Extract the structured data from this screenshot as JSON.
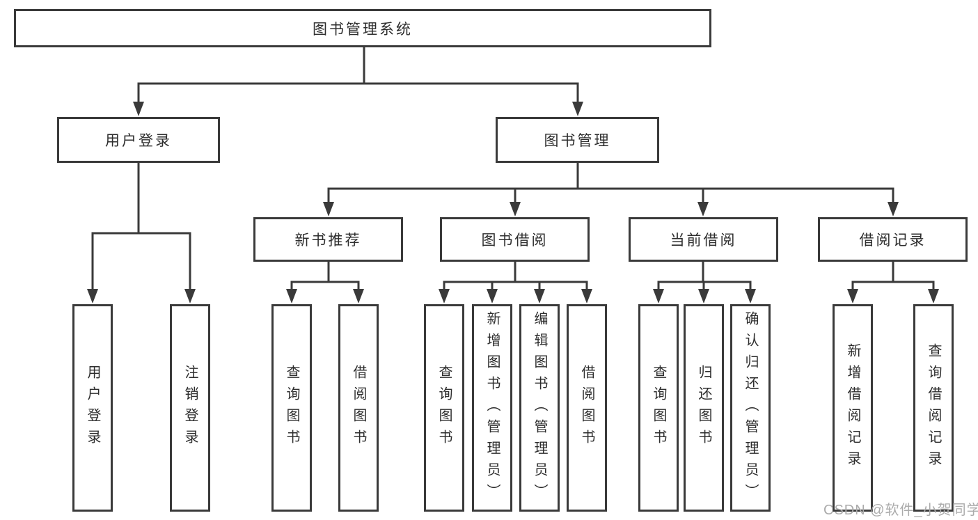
{
  "diagram": {
    "root": {
      "label": "图书管理系统"
    },
    "level2": [
      {
        "label": "用户登录",
        "children": [
          {
            "label": "用户登录"
          },
          {
            "label": "注销登录"
          }
        ]
      },
      {
        "label": "图书管理",
        "children": [
          {
            "label": "新书推荐",
            "children": [
              {
                "label": "查询图书"
              },
              {
                "label": "借阅图书"
              }
            ]
          },
          {
            "label": "图书借阅",
            "children": [
              {
                "label": "查询图书"
              },
              {
                "label": "新增图书（管理员）"
              },
              {
                "label": "编辑图书（管理员）"
              },
              {
                "label": "借阅图书"
              }
            ]
          },
          {
            "label": "当前借阅",
            "children": [
              {
                "label": "查询图书"
              },
              {
                "label": "归还图书"
              },
              {
                "label": "确认归还（管理员）"
              }
            ]
          },
          {
            "label": "借阅记录",
            "children": [
              {
                "label": "新增借阅记录"
              },
              {
                "label": "查询借阅记录"
              }
            ]
          }
        ]
      }
    ]
  },
  "watermark": {
    "text": "CSDN @软件_小贺同学"
  },
  "colors": {
    "line": "#3a3a3a",
    "node_border": "#3a3a3a",
    "node_text": "#2d2d2d",
    "background": "#ffffff",
    "watermark": "#ababab"
  }
}
